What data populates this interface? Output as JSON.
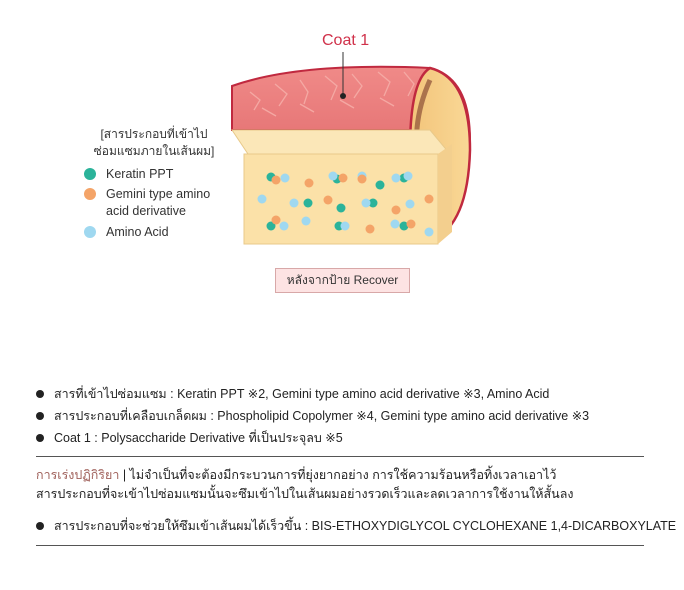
{
  "diagram": {
    "coat_label": "Coat 1",
    "legend_title": "[สารประกอบที่เข้าไปซ่อมแซมภายในเส้นผม]",
    "legend": [
      {
        "label": "Keratin PPT",
        "color": "#2bb39a"
      },
      {
        "label": "Gemini type amino acid derivative",
        "color": "#f4a468"
      },
      {
        "label": "Amino Acid",
        "color": "#9fd8f0"
      }
    ],
    "caption": "หลังจากป้าย Recover"
  },
  "bullets": [
    "สารที่เข้าไปซ่อมแซม : Keratin PPT ※2, Gemini type amino acid derivative ※3, Amino Acid",
    "สารประกอบที่เคลือบเกล็ดผม : Phospholipid Copolymer ※4, Gemini type amino acid derivative ※3",
    "Coat 1 : Polysaccharide Derivative ที่เป็นประจุลบ ※5"
  ],
  "reaction": {
    "heading": "การเร่งปฏิกิริยา",
    "line1": " | ไม่จำเป็นที่จะต้องมีกระบวนการที่ยุ่งยากอย่าง การใช้ความร้อนหรือทิ้งเวลาเอาไว้",
    "line2": "สารประกอบที่จะเข้าไปซ่อมแซมนั้นจะซึมเข้าไปในเส้นผมอย่างรวดเร็วและลดเวลาการใช้งานให้สั้นลง"
  },
  "footnote_bullet": "สารประกอบที่จะช่วยให้ซึมเข้าเส้นผมได้เร็วขึ้น : BIS-ETHOXYDIGLYCOL CYCLOHEXANE 1,4-DICARBOXYLATE",
  "colors": {
    "coat": "#d0314a",
    "cuticle": "#e06a6a",
    "core": "#fbe1a8",
    "accent_heading": "#a0615b"
  }
}
